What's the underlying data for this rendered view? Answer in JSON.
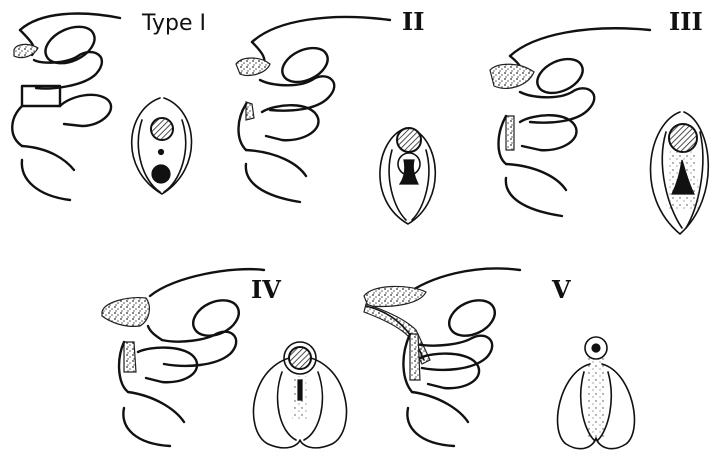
{
  "figure": {
    "panels": [
      {
        "label": "Type I"
      },
      {
        "label": "II"
      },
      {
        "label": "III"
      },
      {
        "label": "IV"
      },
      {
        "label": "V"
      }
    ]
  }
}
